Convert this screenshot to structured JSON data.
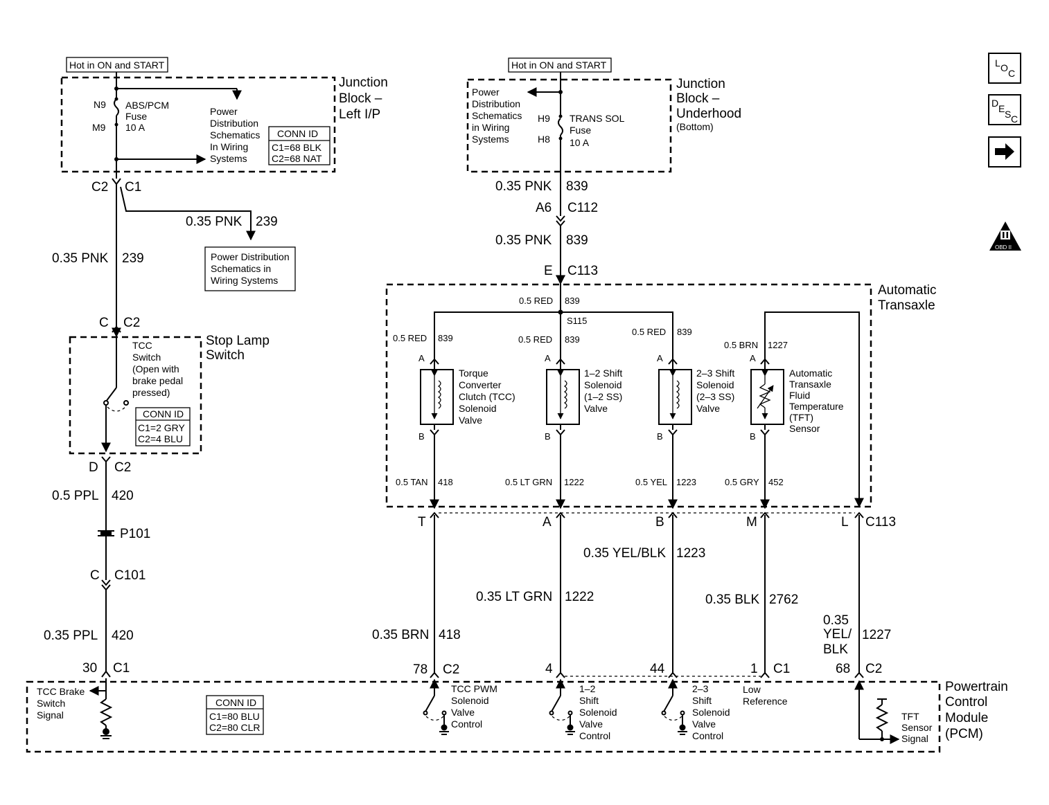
{
  "left": {
    "hot": "Hot in ON and START",
    "jb_title": [
      "Junction",
      "Block –",
      "Left I/P"
    ],
    "fuse_top": "N9",
    "fuse_bottom": "M9",
    "fuse_label": [
      "ABS/PCM",
      "Fuse",
      "10 A"
    ],
    "power_ref": [
      "Power",
      "Distribution",
      "Schematics",
      "In Wiring",
      "Systems"
    ],
    "conn_head": "CONN ID",
    "conn_rows": [
      "C1=68 BLK",
      "C2=68 NAT"
    ],
    "c2": "C2",
    "c1": "C1",
    "branch_wire": "0.35 PNK",
    "branch_circuit": "239",
    "pd_box": [
      "Power Distribution",
      "Schematics in",
      "Wiring Systems"
    ],
    "wire1": "0.35 PNK",
    "wire1_circuit": "239",
    "sw_pin_c": "C",
    "sw_conn_c2": "C2",
    "sw_title": [
      "Stop Lamp",
      "Switch"
    ],
    "sw_label": [
      "TCC",
      "Switch",
      "(Open with",
      "brake pedal",
      "pressed)"
    ],
    "sw_conn_head": "CONN ID",
    "sw_conn_rows": [
      "C1=2 GRY",
      "C2=4 BLU"
    ],
    "sw_pin_d": "D",
    "sw_conn_c2b": "C2",
    "wire2": "0.5 PPL",
    "wire2_circuit": "420",
    "splice": "P101",
    "c101_pin": "C",
    "c101": "C101",
    "wire3": "0.35 PPL",
    "wire3_circuit": "420",
    "pcm_pin": "30",
    "pcm_conn": "C1"
  },
  "right": {
    "hot": "Hot in ON and START",
    "jb_title": [
      "Junction",
      "Block –",
      "Underhood"
    ],
    "jb_sub": "(Bottom)",
    "power_ref": [
      "Power",
      "Distribution",
      "Schematics",
      "in Wiring",
      "Systems"
    ],
    "fuse_top": "H9",
    "fuse_bottom": "H8",
    "fuse_label": [
      "TRANS SOL",
      "Fuse",
      "10 A"
    ],
    "w1": "0.35 PNK",
    "w1_circuit": "839",
    "c112_pin": "A6",
    "c112": "C112",
    "w2": "0.35 PNK",
    "w2_circuit": "839",
    "c113_pin": "E",
    "c113": "C113",
    "trans_title": [
      "Automatic",
      "Transaxle"
    ],
    "top_wire": "0.5 RED",
    "top_circuit": "839",
    "splice": "S115",
    "tcc_wire": "0.5 RED",
    "tcc_circuit": "839",
    "ss12_wire": "0.5 RED",
    "ss12_circuit": "839",
    "ss23_wire": "0.5 RED",
    "ss23_circuit": "839",
    "tft_wire": "0.5 BRN",
    "tft_circuit": "1227",
    "pin_a": "A",
    "pin_b": "B",
    "tcc_label": [
      "Torque",
      "Converter",
      "Clutch (TCC)",
      "Solenoid",
      "Valve"
    ],
    "ss12_label": [
      "1–2 Shift",
      "Solenoid",
      "(1–2 SS)",
      "Valve"
    ],
    "ss23_label": [
      "2–3 Shift",
      "Solenoid",
      "(2–3 SS)",
      "Valve"
    ],
    "tft_label": [
      "Automatic",
      "Transaxle",
      "Fluid",
      "Temperature",
      "(TFT)",
      "Sensor"
    ],
    "tcc_out": "0.5 TAN",
    "tcc_out_c": "418",
    "ss12_out": "0.5 LT GRN",
    "ss12_out_c": "1222",
    "ss23_out": "0.5 YEL",
    "ss23_out_c": "1223",
    "tft_out": "0.5 GRY",
    "tft_out_c": "452",
    "pin_t": "T",
    "pin_ca": "A",
    "pin_cb": "B",
    "pin_m": "M",
    "pin_l": "L",
    "c113b": "C113",
    "w_yb": "0.35 YEL/BLK",
    "w_yb_c": "1223",
    "w_lg": "0.35 LT GRN",
    "w_lg_c": "1222",
    "w_blk": "0.35 BLK",
    "w_blk_c": "2762",
    "w_brn": "0.35 BRN",
    "w_brn_c": "418",
    "w_ybk": [
      "0.35",
      "YEL/",
      "BLK"
    ],
    "w_ybk_c": "1227",
    "p78": "78",
    "p78c": "C2",
    "p4": "4",
    "p44": "44",
    "p1": "1",
    "p1c": "C1",
    "p68": "68",
    "p68c": "C2"
  },
  "pcm": {
    "title": [
      "Powertrain",
      "Control",
      "Module",
      "(PCM)"
    ],
    "brake_label": [
      "TCC Brake",
      "Switch",
      "Signal"
    ],
    "conn_head": "CONN ID",
    "conn_rows": [
      "C1=80 BLU",
      "C2=80 CLR"
    ],
    "tcc_ctrl": [
      "TCC PWM",
      "Solenoid",
      "Valve",
      "Control"
    ],
    "ss12_ctrl": [
      "1–2",
      "Shift",
      "Solenoid",
      "Valve",
      "Control"
    ],
    "ss23_ctrl": [
      "2–3",
      "Shift",
      "Solenoid",
      "Valve",
      "Control"
    ],
    "low_ref": [
      "Low",
      "Reference"
    ],
    "tft_sig": [
      "TFT",
      "Sensor",
      "Signal"
    ]
  },
  "legend": {
    "loc": "LOC",
    "desc": "DESC",
    "next": "right-arrow-icon",
    "obd": "OBD II"
  }
}
